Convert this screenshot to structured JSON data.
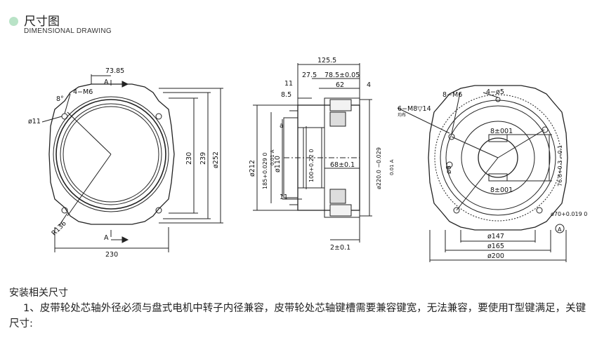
{
  "header": {
    "title_cn": "尺寸图",
    "title_en": "DIMENSIONAL DRAWING"
  },
  "drawing": {
    "front": {
      "dim_top": "73.85",
      "section_top": "A",
      "section_bottom": "A",
      "bolt_label": "4−M6",
      "angle": "8°",
      "hole": "ø11",
      "radius": "R136",
      "dim_230_v": "230",
      "dim_239": "239",
      "dim_252": "ø252",
      "dim_230_h": "230"
    },
    "side": {
      "d125": "125.5",
      "d27": "27.5",
      "d78": "78.5±0.05",
      "d11a": "11",
      "d62": "62",
      "d4": "4",
      "d85": "8.5",
      "d212": "ø212",
      "d185": "185+0.029 0",
      "d110": "ø110",
      "d100": "100+0.22 0",
      "d220": "ø220.0 −0.029",
      "d68": "68±0.1",
      "d11b": "11",
      "d2": "2±0.1",
      "tol1": "0.01 A",
      "tol2": "0.01 A",
      "datum": "a"
    },
    "rear": {
      "m6": "8−M6",
      "m8": "6−M8▽14",
      "m8_note": "均布",
      "d5": "4−ø5",
      "k8a": "8±001",
      "k8b": "8±001",
      "d6": "ø6",
      "d766": "76.6+0.3 −0.1",
      "d70": "ø70+0.019 0",
      "datumA": "A",
      "d147": "ø147",
      "d165": "ø165",
      "d200": "ø200"
    }
  },
  "section": {
    "title": "安装相关尺寸",
    "paragraph": "1、皮带轮处芯轴外径必须与盘式电机中转子内径兼容，皮带轮处芯轴键槽需要兼容键宽，无法兼容，要使用T型键满足，关键尺寸:"
  }
}
